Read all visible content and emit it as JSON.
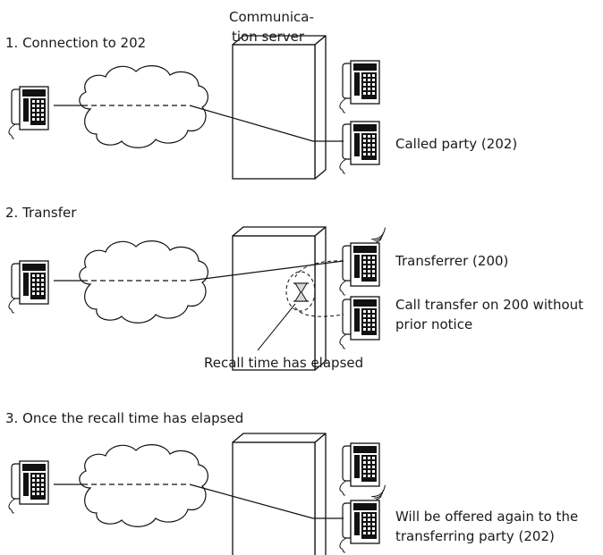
{
  "scenarios": [
    {
      "heading": "1. Connection to  202",
      "server_label_line1": "Communica-",
      "server_label_line2": "tion server",
      "phone_labels": [
        "Called party (202)"
      ]
    },
    {
      "heading": "2. Transfer",
      "phone_labels": [
        "Transferrer (200)",
        "Call transfer on 200 without",
        "prior notice"
      ],
      "recall_label": "Recall time has elapsed"
    },
    {
      "heading": "3. Once the recall time has elapsed",
      "phone_labels": [
        "Will be offered again to the",
        "transferring party  (202)"
      ]
    }
  ]
}
